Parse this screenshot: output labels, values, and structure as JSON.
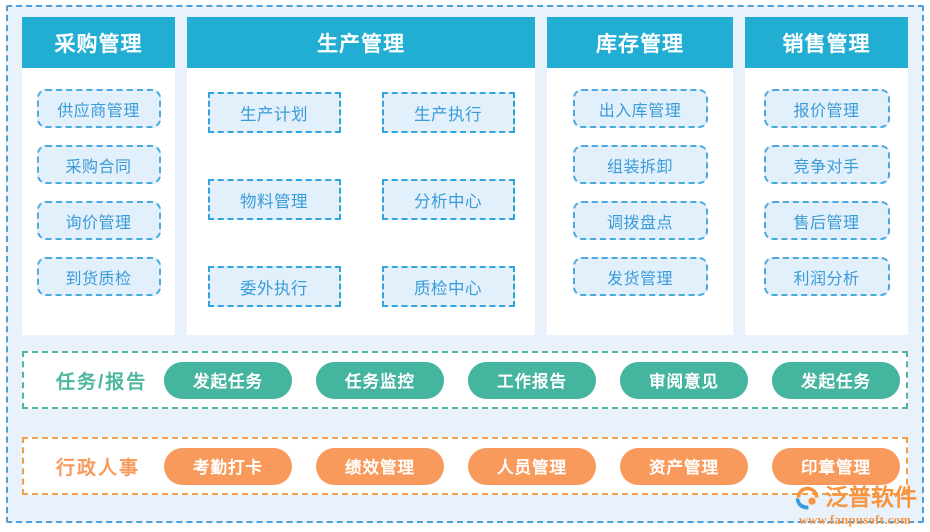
{
  "diagram": {
    "type": "module-map",
    "colors": {
      "panel_background": "#e9f2fb",
      "panel_border": "#4f9fd4",
      "header_blue": "#22aed3",
      "item_fill": "#e1f0fb",
      "item_border": "#4ca9de",
      "item_text": "#3b9bd9",
      "task_green": "#45b5a0",
      "admin_orange": "#f89a5c",
      "logo_orange": "#f6943f"
    }
  },
  "columns": [
    {
      "key": "procurement",
      "title": "采购管理",
      "layout": "list",
      "items": [
        "供应商管理",
        "采购合同",
        "询价管理",
        "到货质检"
      ]
    },
    {
      "key": "production",
      "title": "生产管理",
      "layout": "grid",
      "items": [
        "生产计划",
        "生产执行",
        "物料管理",
        "分析中心",
        "委外执行",
        "质检中心"
      ]
    },
    {
      "key": "inventory",
      "title": "库存管理",
      "layout": "list",
      "items": [
        "出入库管理",
        "组装拆卸",
        "调拨盘点",
        "发货管理"
      ]
    },
    {
      "key": "sales",
      "title": "销售管理",
      "layout": "list",
      "items": [
        "报价管理",
        "竞争对手",
        "售后管理",
        "利润分析"
      ]
    }
  ],
  "bands": [
    {
      "key": "tasks",
      "label": "任务/报告",
      "pills": [
        "发起任务",
        "任务监控",
        "工作报告",
        "审阅意见",
        "发起任务"
      ]
    },
    {
      "key": "admin",
      "label": "行政人事",
      "pills": [
        "考勤打卡",
        "绩效管理",
        "人员管理",
        "资产管理",
        "印章管理"
      ]
    }
  ],
  "logo": {
    "name": "泛普软件",
    "url": "www.fanpusoft.com"
  }
}
